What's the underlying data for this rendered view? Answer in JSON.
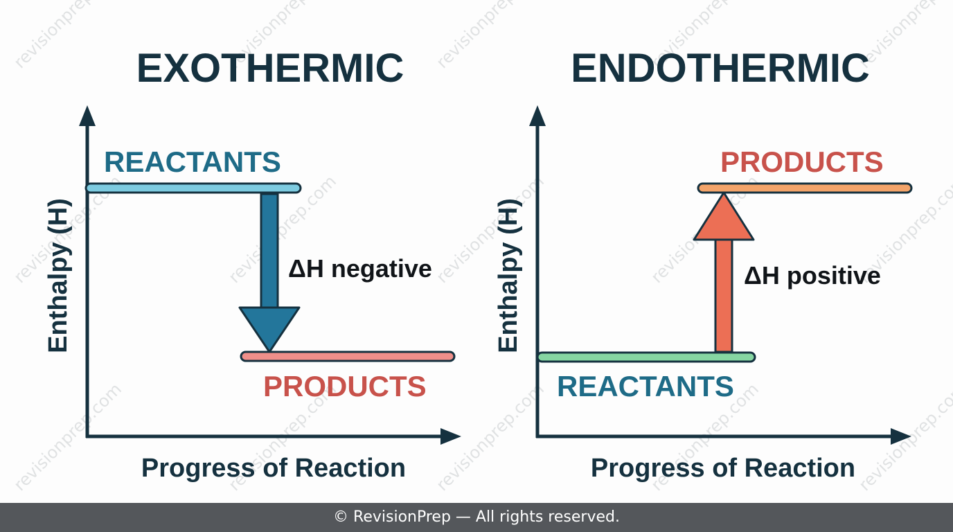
{
  "watermark_text": "revisionprep.com",
  "exothermic": {
    "title": "EXOTHERMIC",
    "upper_label": "REACTANTS",
    "lower_label": "PRODUCTS",
    "delta_label": "ΔH negative",
    "y_axis_label": "Enthalpy (H)",
    "x_axis_label": "Progress of Reaction",
    "colors": {
      "reactants": "#1e6b87",
      "products": "#c8524b",
      "reactant_line": "#7dcbe0",
      "product_line": "#ef8f8a",
      "arrow": "#23769b"
    }
  },
  "endothermic": {
    "title": "ENDOTHERMIC",
    "upper_label": "PRODUCTS",
    "lower_label": "REACTANTS",
    "delta_label": "ΔH positive",
    "y_axis_label": "Enthalpy (H)",
    "x_axis_label": "Progress of Reaction",
    "colors": {
      "products": "#c8524b",
      "reactants": "#1e6b87",
      "product_line": "#f3a46a",
      "reactant_line": "#86d6a2",
      "arrow": "#ec6f55"
    }
  },
  "axis_color": "#15313f",
  "footer": {
    "text": "© RevisionPrep — All rights reserved."
  }
}
